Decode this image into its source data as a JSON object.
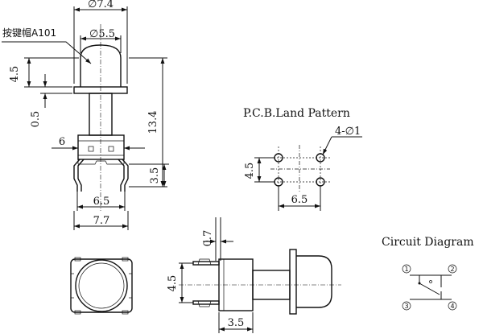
{
  "labels": {
    "cap_note": "按键帽A101",
    "pcb_title": "P.C.B.Land Pattern",
    "circuit_title": "Circuit Diagram"
  },
  "dims": {
    "cap_outer": "∅7.4",
    "cap_inner": "∅5.5",
    "cap_height": "4.5",
    "flange": "0.5",
    "total_height": "13.4",
    "body_width": "6",
    "leg_height": "3.5",
    "pin_span": "6.5",
    "leg_span": "7.7",
    "pcb_holes": "4-∅1",
    "pcb_v": "4.5",
    "pcb_h": "6.5",
    "side_top": "0.7",
    "side_v": "4.5",
    "side_bottom": "3.5"
  },
  "pins": [
    "1",
    "2",
    "3",
    "4"
  ]
}
